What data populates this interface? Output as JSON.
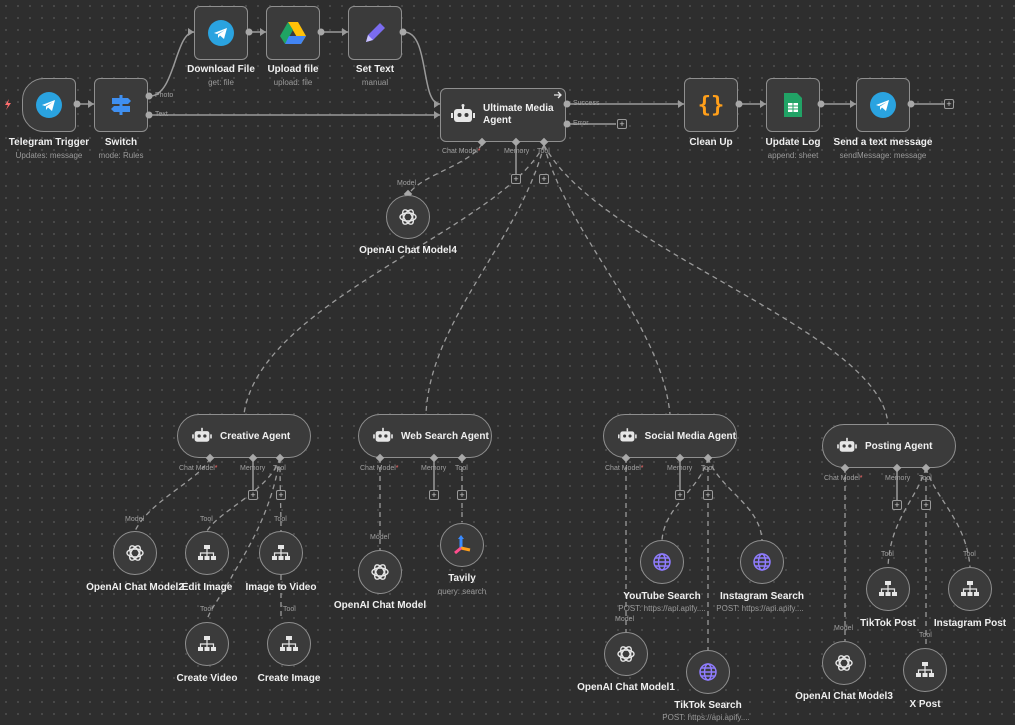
{
  "nodes": {
    "telegram_trigger": {
      "label": "Telegram Trigger",
      "sub": "Updates: message"
    },
    "switch": {
      "label": "Switch",
      "sub": "mode: Rules",
      "out_photo": "Photo",
      "out_text": "Text"
    },
    "download_file": {
      "label": "Download File",
      "sub": "get: file"
    },
    "upload_file": {
      "label": "Upload file",
      "sub": "upload: file"
    },
    "set_text": {
      "label": "Set Text",
      "sub": "manual"
    },
    "ultimate_agent": {
      "label": "Ultimate Media Agent",
      "out_success": "Success",
      "out_error": "Error"
    },
    "clean_up": {
      "label": "Clean Up"
    },
    "update_log": {
      "label": "Update Log",
      "sub": "append: sheet"
    },
    "send_message": {
      "label": "Send a text message",
      "sub": "sendMessage: message"
    },
    "openai4": {
      "label": "OpenAI Chat Model4"
    },
    "creative_agent": {
      "label": "Creative Agent"
    },
    "web_search_agent": {
      "label": "Web Search Agent"
    },
    "social_media_agent": {
      "label": "Social Media Agent"
    },
    "posting_agent": {
      "label": "Posting Agent"
    },
    "openai2": {
      "label": "OpenAI Chat Model2"
    },
    "edit_image": {
      "label": "Edit Image"
    },
    "image_to_video": {
      "label": "Image to Video"
    },
    "create_video": {
      "label": "Create Video"
    },
    "create_image": {
      "label": "Create Image"
    },
    "openai_web": {
      "label": "OpenAI Chat Model"
    },
    "tavily": {
      "label": "Tavily",
      "sub": "query: search"
    },
    "youtube": {
      "label": "YouTube Search",
      "sub": "POST: https://api.apify...."
    },
    "instagram_search": {
      "label": "Instagram Search",
      "sub": "POST: https://api.apify...."
    },
    "openai1": {
      "label": "OpenAI Chat Model1"
    },
    "tiktok_search": {
      "label": "TikTok Search",
      "sub": "POST: https://api.apify...."
    },
    "tiktok_post": {
      "label": "TikTok Post"
    },
    "instagram_post": {
      "label": "Instagram Post"
    },
    "openai3": {
      "label": "OpenAI Chat Model3"
    },
    "x_post": {
      "label": "X Post"
    }
  },
  "ports": {
    "chat_model": "Chat Model",
    "memory": "Memory",
    "tool": "Tool",
    "model": "Model",
    "required_mark": "*"
  },
  "plus_symbol": "+",
  "colors": {
    "telegram": "#2aa3e0",
    "switch": "#3f8ff0",
    "drive_green": "#1fa463",
    "drive_yellow": "#ffc107",
    "drive_blue": "#4285f4",
    "pencil": "#7b6cf0",
    "code_orange": "#ff9f1a",
    "sheets": "#21a366",
    "globe": "#7b6cf0",
    "tavily": "#3a8bff",
    "error_bolt": "#ff6d6d"
  }
}
